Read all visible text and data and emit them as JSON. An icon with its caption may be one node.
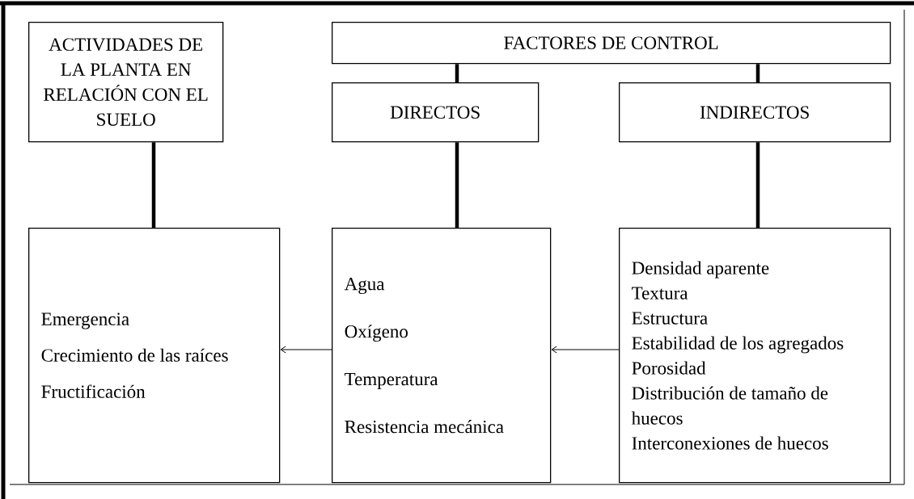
{
  "diagram": {
    "nodes": [
      {
        "text": [
          "ACTIVIDADES DE LA PLANTA EN RELACIÓN CON EL SUELO"
        ]
      },
      {
        "text": [
          "FACTORES DE CONTROL"
        ]
      },
      {
        "text": [
          "DIRECTOS"
        ]
      },
      {
        "text": [
          "INDIRECTOS"
        ]
      },
      {
        "text": [
          "Emergencia",
          "Crecimiento de las raíces",
          "Fructificación"
        ]
      },
      {
        "text": [
          "Agua",
          "Oxígeno",
          "Temperatura",
          "Resistencia mecánica"
        ]
      },
      {
        "text": [
          "Densidad aparente",
          "Textura",
          "Estructura",
          "Estabilidad de los agregados",
          "Porosidad",
          "Distribución de tamaño de huecos",
          "Interconexiones de huecos"
        ]
      }
    ],
    "edges": [
      {
        "from": 0,
        "to": 4,
        "arrow": "none"
      },
      {
        "from": 1,
        "to": 2,
        "arrow": "none"
      },
      {
        "from": 1,
        "to": 3,
        "arrow": "none"
      },
      {
        "from": 2,
        "to": 5,
        "arrow": "none"
      },
      {
        "from": 3,
        "to": 6,
        "arrow": "none"
      },
      {
        "from": 5,
        "to": 4,
        "arrow": "to"
      },
      {
        "from": 6,
        "to": 5,
        "arrow": "to"
      }
    ]
  }
}
